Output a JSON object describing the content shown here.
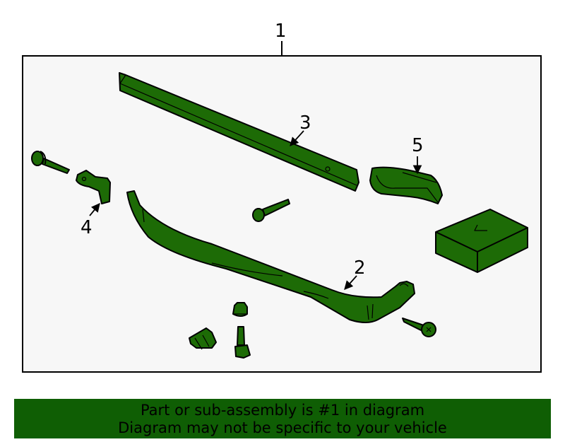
{
  "callouts": [
    "1",
    "2",
    "3",
    "4",
    "5"
  ],
  "banner": {
    "line1": "Part or sub-assembly is #1 in diagram",
    "line2": "Diagram may not be specific to your vehicle"
  },
  "colors": {
    "part_fill": "#1d6b06",
    "part_shade": "#155203",
    "frame_fill": "#f7f7f7",
    "banner_bg": "#0f5e04",
    "outline": "#000000"
  }
}
